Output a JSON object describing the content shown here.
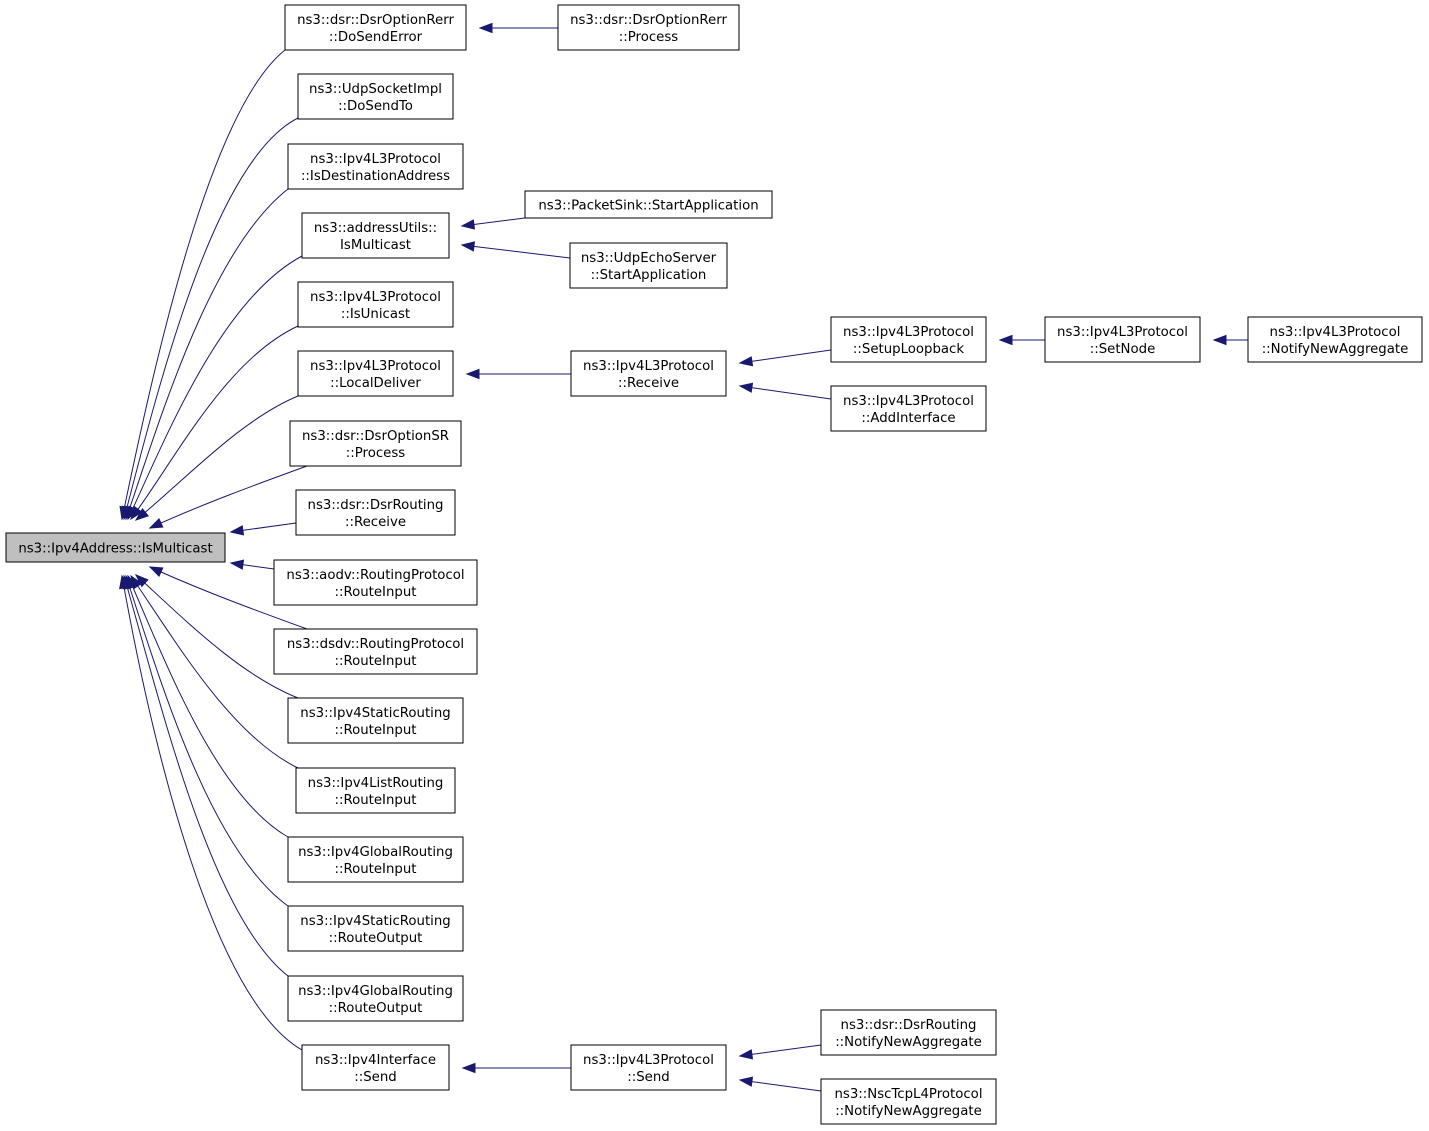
{
  "graph": {
    "root": "n0",
    "nodes": [
      {
        "id": "n0",
        "lines": [
          "ns3::Ipv4Address::IsMulticast"
        ],
        "root": true
      },
      {
        "id": "n1",
        "lines": [
          "ns3::dsr::DsrOptionRerr",
          "::DoSendError"
        ]
      },
      {
        "id": "n2",
        "lines": [
          "ns3::UdpSocketImpl",
          "::DoSendTo"
        ]
      },
      {
        "id": "n3",
        "lines": [
          "ns3::Ipv4L3Protocol",
          "::IsDestinationAddress"
        ]
      },
      {
        "id": "n4",
        "lines": [
          "ns3::addressUtils::",
          "IsMulticast"
        ]
      },
      {
        "id": "n5",
        "lines": [
          "ns3::Ipv4L3Protocol",
          "::IsUnicast"
        ]
      },
      {
        "id": "n6",
        "lines": [
          "ns3::Ipv4L3Protocol",
          "::LocalDeliver"
        ]
      },
      {
        "id": "n7",
        "lines": [
          "ns3::dsr::DsrOptionSR",
          "::Process"
        ]
      },
      {
        "id": "n8",
        "lines": [
          "ns3::dsr::DsrRouting",
          "::Receive"
        ]
      },
      {
        "id": "n9",
        "lines": [
          "ns3::aodv::RoutingProtocol",
          "::RouteInput"
        ]
      },
      {
        "id": "n10",
        "lines": [
          "ns3::dsdv::RoutingProtocol",
          "::RouteInput"
        ]
      },
      {
        "id": "n11",
        "lines": [
          "ns3::Ipv4StaticRouting",
          "::RouteInput"
        ]
      },
      {
        "id": "n12",
        "lines": [
          "ns3::Ipv4ListRouting",
          "::RouteInput"
        ]
      },
      {
        "id": "n13",
        "lines": [
          "ns3::Ipv4GlobalRouting",
          "::RouteInput"
        ]
      },
      {
        "id": "n14",
        "lines": [
          "ns3::Ipv4StaticRouting",
          "::RouteOutput"
        ]
      },
      {
        "id": "n15",
        "lines": [
          "ns3::Ipv4GlobalRouting",
          "::RouteOutput"
        ]
      },
      {
        "id": "n16",
        "lines": [
          "ns3::Ipv4Interface",
          "::Send"
        ]
      },
      {
        "id": "n17",
        "lines": [
          "ns3::dsr::DsrOptionRerr",
          "::Process"
        ]
      },
      {
        "id": "n18",
        "lines": [
          "ns3::PacketSink::StartApplication"
        ]
      },
      {
        "id": "n19",
        "lines": [
          "ns3::UdpEchoServer",
          "::StartApplication"
        ]
      },
      {
        "id": "n20",
        "lines": [
          "ns3::Ipv4L3Protocol",
          "::Receive"
        ]
      },
      {
        "id": "n21",
        "lines": [
          "ns3::Ipv4L3Protocol",
          "::SetupLoopback"
        ]
      },
      {
        "id": "n22",
        "lines": [
          "ns3::Ipv4L3Protocol",
          "::AddInterface"
        ]
      },
      {
        "id": "n23",
        "lines": [
          "ns3::Ipv4L3Protocol",
          "::SetNode"
        ]
      },
      {
        "id": "n24",
        "lines": [
          "ns3::Ipv4L3Protocol",
          "::NotifyNewAggregate"
        ]
      },
      {
        "id": "n25",
        "lines": [
          "ns3::Ipv4L3Protocol",
          "::Send"
        ]
      },
      {
        "id": "n26",
        "lines": [
          "ns3::dsr::DsrRouting",
          "::NotifyNewAggregate"
        ]
      },
      {
        "id": "n27",
        "lines": [
          "ns3::NscTcpL4Protocol",
          "::NotifyNewAggregate"
        ]
      }
    ],
    "edges": [
      {
        "from": "n1",
        "to": "n0"
      },
      {
        "from": "n2",
        "to": "n0"
      },
      {
        "from": "n3",
        "to": "n0"
      },
      {
        "from": "n4",
        "to": "n0"
      },
      {
        "from": "n5",
        "to": "n0"
      },
      {
        "from": "n6",
        "to": "n0"
      },
      {
        "from": "n7",
        "to": "n0"
      },
      {
        "from": "n8",
        "to": "n0"
      },
      {
        "from": "n9",
        "to": "n0"
      },
      {
        "from": "n10",
        "to": "n0"
      },
      {
        "from": "n11",
        "to": "n0"
      },
      {
        "from": "n12",
        "to": "n0"
      },
      {
        "from": "n13",
        "to": "n0"
      },
      {
        "from": "n14",
        "to": "n0"
      },
      {
        "from": "n15",
        "to": "n0"
      },
      {
        "from": "n16",
        "to": "n0"
      },
      {
        "from": "n17",
        "to": "n1"
      },
      {
        "from": "n18",
        "to": "n4"
      },
      {
        "from": "n19",
        "to": "n4"
      },
      {
        "from": "n20",
        "to": "n6"
      },
      {
        "from": "n21",
        "to": "n20"
      },
      {
        "from": "n22",
        "to": "n20"
      },
      {
        "from": "n23",
        "to": "n21"
      },
      {
        "from": "n24",
        "to": "n23"
      },
      {
        "from": "n25",
        "to": "n16"
      },
      {
        "from": "n26",
        "to": "n25"
      },
      {
        "from": "n27",
        "to": "n25"
      }
    ]
  },
  "colors": {
    "edge": "#191970",
    "root_fill": "#bfbfbf",
    "node_fill": "#ffffff",
    "node_border": "#000000"
  }
}
